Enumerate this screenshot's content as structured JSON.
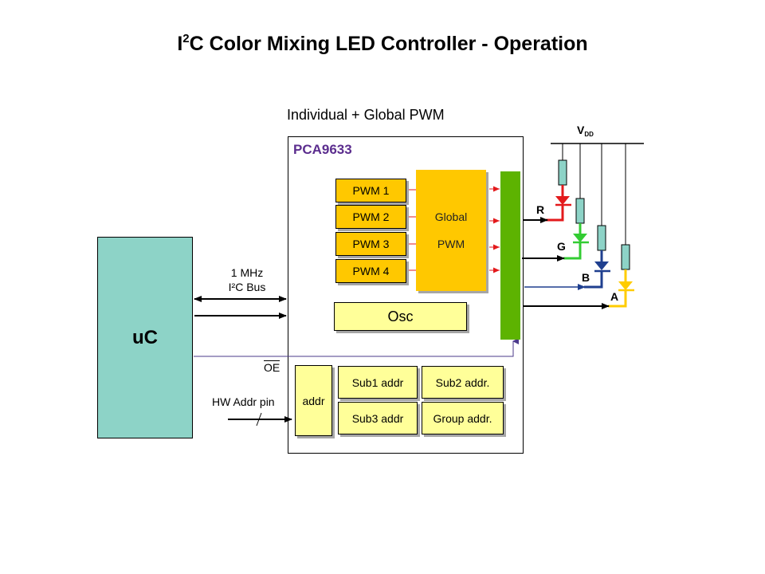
{
  "title": {
    "prefix": "I",
    "superscript": "2",
    "rest": "C Color Mixing LED Controller - Operation"
  },
  "subtitle": "Individual + Global PWM",
  "chip": {
    "name": "PCA9633",
    "pwm_blocks": [
      "PWM 1",
      "PWM 2",
      "PWM 3",
      "PWM 4"
    ],
    "global_pwm": [
      "Global",
      "PWM"
    ],
    "oscillator": "Osc",
    "address_blocks": {
      "main": "addr",
      "sub1": "Sub1 addr",
      "sub2": "Sub2 addr.",
      "sub3": "Sub3 addr",
      "group": "Group addr."
    }
  },
  "microcontroller": "uC",
  "bus": {
    "speed": "1 MHz",
    "name": "I²C Bus"
  },
  "signals": {
    "output_enable": "OE",
    "hw_addr": "HW Addr pin"
  },
  "supply": {
    "label": "V",
    "subscript": "DD"
  },
  "leds": [
    {
      "label": "R",
      "color": "#e31a1c"
    },
    {
      "label": "G",
      "color": "#33cc33"
    },
    {
      "label": "B",
      "color": "#1f3f8f"
    },
    {
      "label": "A",
      "color": "#ffcc00"
    }
  ],
  "colors": {
    "pwm_fill": "#ffc800",
    "address_fill": "#ffff99",
    "uc_fill": "#8dd3c7",
    "driver_bar": "#5db301",
    "chip_name": "#5b2d8e",
    "resistor_fill": "#8dd3c7"
  }
}
